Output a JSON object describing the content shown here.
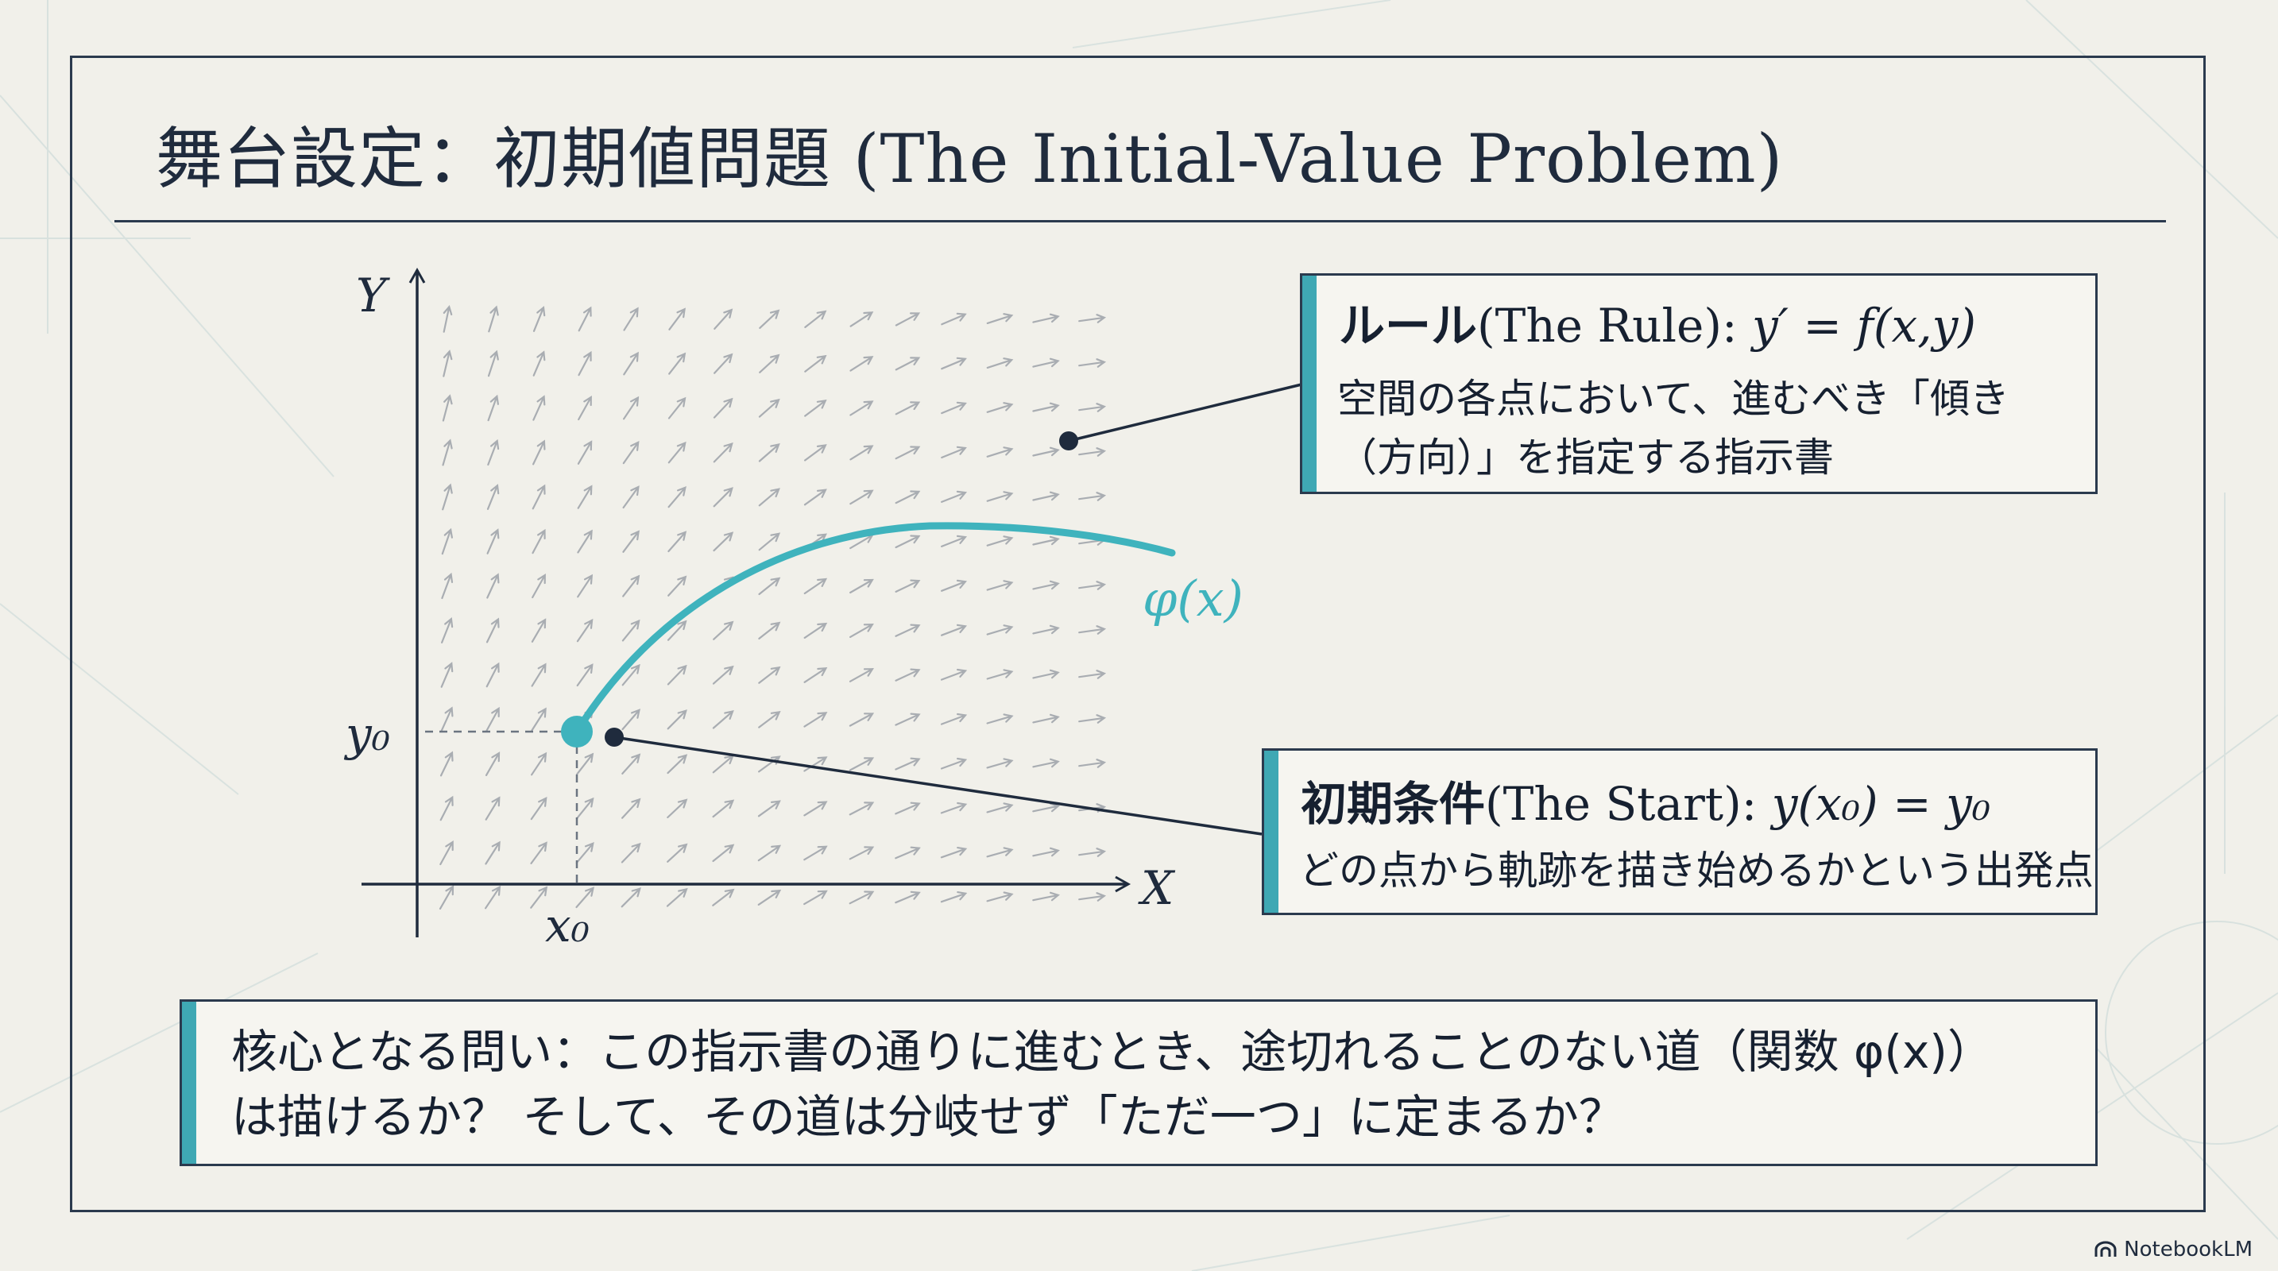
{
  "slide": {
    "title": "舞台設定：初期値問題 (The Initial-Value Problem)",
    "brand": "NotebookLM"
  },
  "diagram": {
    "axis_y": "Y",
    "axis_x": "X",
    "y0_label": "y₀",
    "x0_label": "x₀",
    "curve_label": "φ(x)",
    "colors": {
      "curve": "#3fb3bd",
      "axes": "#1f2b3d",
      "arrows": "#a9adb2",
      "accent": "#3fa8b4"
    }
  },
  "rule_box": {
    "title_jp": "ルール",
    "title_en": "(The Rule): ",
    "equation": "y′ = f(x,y)",
    "line1": "空間の各点において、進むべき「傾き",
    "line2": "（方向）」を指定する指示書"
  },
  "start_box": {
    "title_jp": "初期条件",
    "title_en": "(The Start): ",
    "equation": "y(x₀) = y₀",
    "line1": "どの点から軌跡を描き始めるかという出発点"
  },
  "question": {
    "line1": "核心となる問い：この指示書の通りに進むとき、途切れることのない道（関数 φ(x)）",
    "line2": "は描けるか？ そして、その道は分岐せず「ただ一つ」に定まるか？"
  }
}
